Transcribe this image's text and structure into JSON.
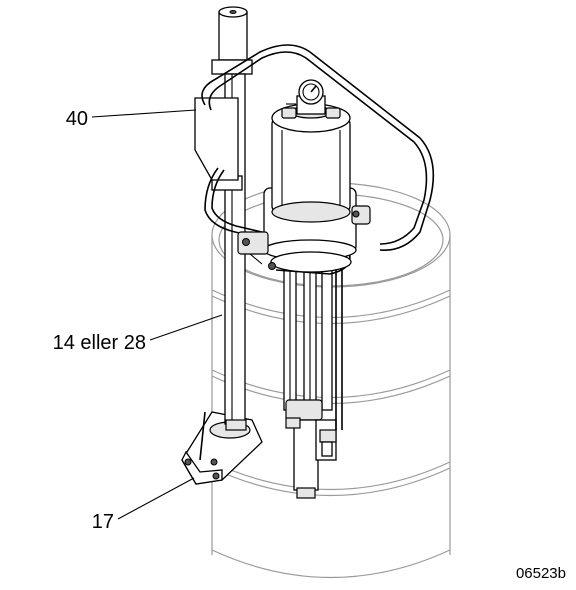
{
  "figure": {
    "callouts": [
      {
        "label": "40"
      },
      {
        "label": "14 eller 28"
      },
      {
        "label": "17"
      }
    ],
    "figure_id": "06523b"
  }
}
